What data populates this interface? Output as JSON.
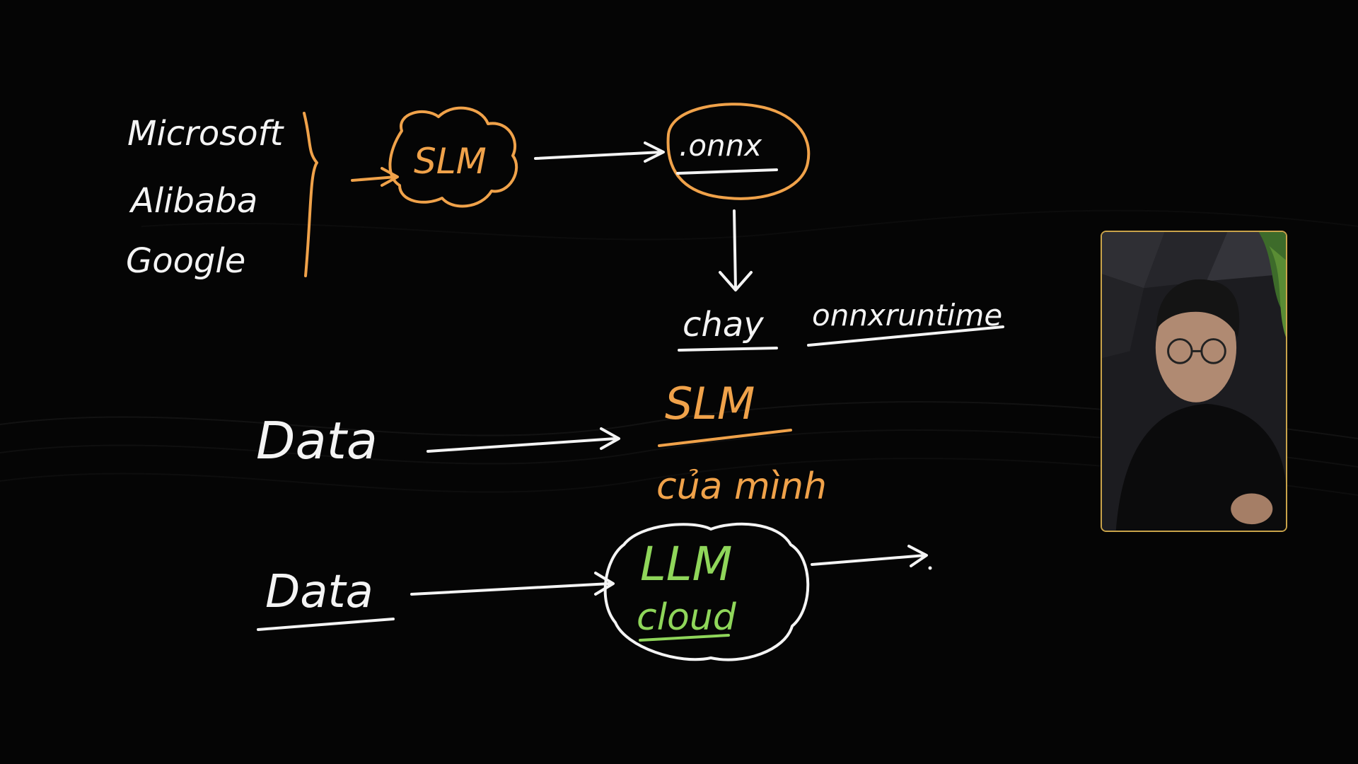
{
  "sources": [
    "Microsoft",
    "Alibaba",
    "Google"
  ],
  "slm_top": "SLM",
  "onnx": ".onnx",
  "chay": "chay",
  "runtime": "onnxruntime",
  "data_1": "Data",
  "slm_mid": "SLM",
  "slm_note": "của mình",
  "data_2": "Data",
  "llm": "LLM",
  "cloud": "cloud",
  "colors": {
    "background": "#050505",
    "white_ink": "#f4f4f4",
    "orange_ink": "#f0a24a",
    "green_ink": "#8fd65a",
    "webcam_border": "#c9a34a"
  },
  "icons": [
    "person-webcam-icon"
  ]
}
